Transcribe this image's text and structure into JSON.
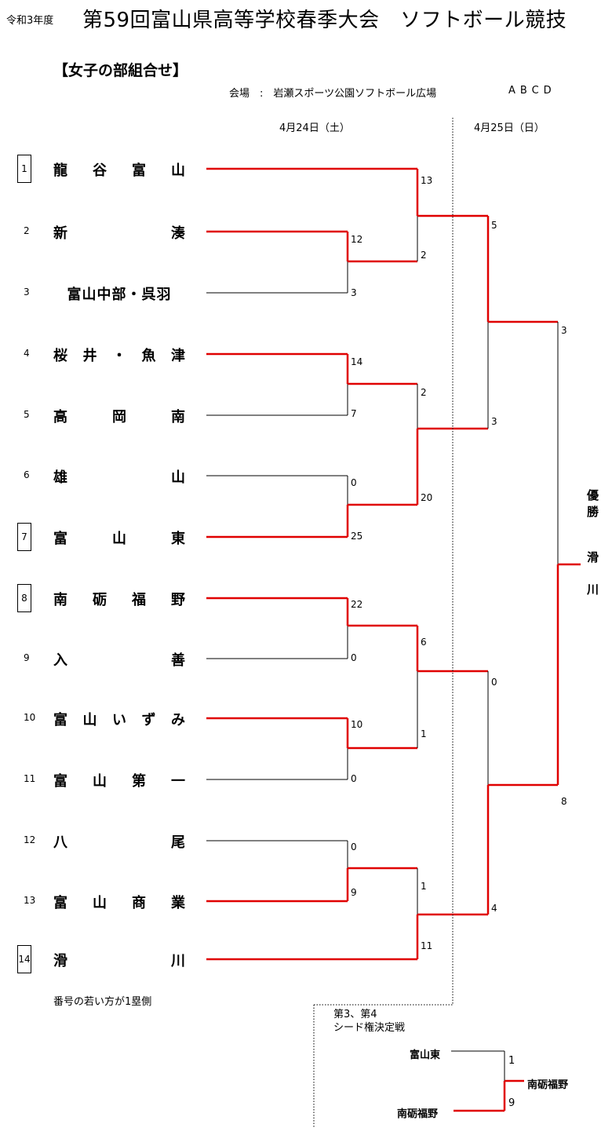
{
  "header": {
    "era": "令和3年度",
    "title": "第59回富山県高等学校春季大会　ソフトボール競技"
  },
  "section": {
    "title": "【女子の部組合せ】",
    "venue": "会場　:　岩瀬スポーツ公園ソフトボール広場",
    "courts": "ABCD"
  },
  "days": {
    "day1": "4月24日（土）",
    "day2": "4月25日（日）"
  },
  "teams": [
    {
      "no": "1",
      "seed": true,
      "chars": [
        "龍",
        "谷",
        "富",
        "山"
      ]
    },
    {
      "no": "2",
      "seed": false,
      "chars": [
        "新",
        "湊"
      ]
    },
    {
      "no": "3",
      "seed": false,
      "chars": [
        "富山中部・呉羽"
      ]
    },
    {
      "no": "4",
      "seed": false,
      "chars": [
        "桜",
        "井",
        "・",
        "魚",
        "津"
      ]
    },
    {
      "no": "5",
      "seed": false,
      "chars": [
        "高",
        "岡",
        "南"
      ]
    },
    {
      "no": "6",
      "seed": false,
      "chars": [
        "雄",
        "山"
      ]
    },
    {
      "no": "7",
      "seed": true,
      "chars": [
        "富",
        "山",
        "東"
      ]
    },
    {
      "no": "8",
      "seed": true,
      "chars": [
        "南",
        "砺",
        "福",
        "野"
      ]
    },
    {
      "no": "9",
      "seed": false,
      "chars": [
        "入",
        "善"
      ]
    },
    {
      "no": "10",
      "seed": false,
      "chars": [
        "富",
        "山",
        "い",
        "ず",
        "み"
      ]
    },
    {
      "no": "11",
      "seed": false,
      "chars": [
        "富",
        "山",
        "第",
        "一"
      ]
    },
    {
      "no": "12",
      "seed": false,
      "chars": [
        "八",
        "尾"
      ]
    },
    {
      "no": "13",
      "seed": false,
      "chars": [
        "富",
        "山",
        "商",
        "業"
      ]
    },
    {
      "no": "14",
      "seed": true,
      "chars": [
        "滑",
        "川"
      ]
    }
  ],
  "scores": {
    "r1": [
      "12",
      "3",
      "14",
      "7",
      "0",
      "25",
      "22",
      "0",
      "10",
      "0",
      "0",
      "9"
    ],
    "r2": [
      "13",
      "2",
      "2",
      "20",
      "6",
      "1",
      "1",
      "11"
    ],
    "r3": [
      "5",
      "3",
      "0",
      "4"
    ],
    "final": [
      "3",
      "8"
    ]
  },
  "champion": {
    "label": [
      "優",
      "勝"
    ],
    "name": [
      "滑",
      "川"
    ]
  },
  "note": "番号の若い方が1塁側",
  "playoff": {
    "title_line1": "第3、第4",
    "title_line2": "シード権決定戦",
    "team_a": "富山東",
    "team_b": "南砺福野",
    "score_a": "1",
    "score_b": "9",
    "winner": "南砺福野"
  },
  "colors": {
    "winner_line": "#e00000",
    "loser_line": "#000000"
  }
}
